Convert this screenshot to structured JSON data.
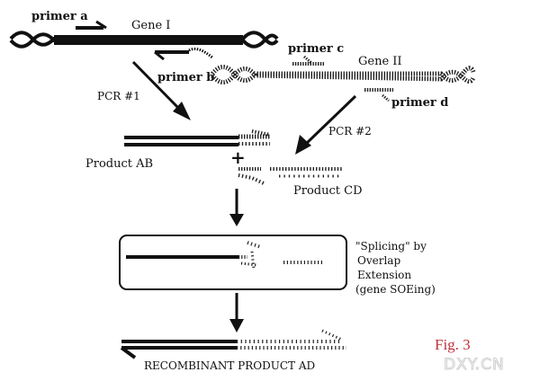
{
  "diagram": {
    "labels": {
      "primer_a": "primer a",
      "gene_1": "Gene I",
      "primer_b": "primer b",
      "primer_c": "primer c",
      "gene_2": "Gene II",
      "primer_d": "primer d",
      "pcr_1": "PCR #1",
      "pcr_2": "PCR #2",
      "product_ab": "Product AB",
      "plus": "+",
      "product_cd": "Product CD",
      "splicing_lines": [
        "\"Splicing\" by",
        "Overlap",
        "Extension",
        "(gene SOEing)"
      ],
      "recombinant": "RECOMBINANT PRODUCT AD"
    },
    "figure_label": "Fig. 3",
    "watermark": "DXY.CN",
    "colors": {
      "ink": "#111111",
      "figure_label": "#c0313a",
      "watermark": "#cfcfcf"
    }
  }
}
